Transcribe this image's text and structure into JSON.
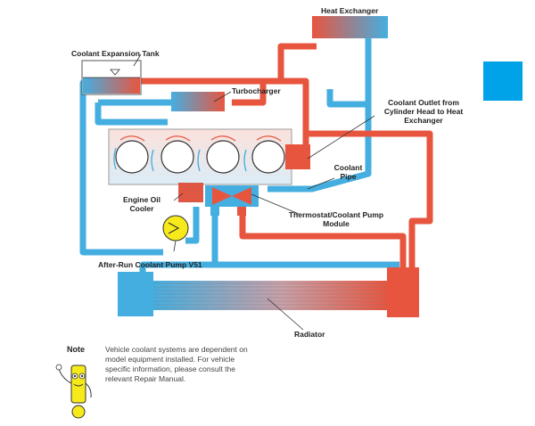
{
  "labels": {
    "heat_exchanger": "Heat Exchanger",
    "expansion_tank": "Coolant Expansion Tank",
    "turbocharger": "Turbocharger",
    "coolant_outlet": "Coolant Outlet from Cylinder Head to Heat Exchanger",
    "coolant_pipe": "Coolant Pipe",
    "engine_oil_cooler": "Engine Oil Cooler",
    "thermostat": "Thermostat/Coolant Pump Module",
    "after_run_pump": "After-Run Coolant Pump V51",
    "radiator": "Radiator"
  },
  "note": {
    "title": "Note",
    "text": "Vehicle coolant systems are dependent on model equipment installed. For vehicle specific information, please consult the relevant Repair Manual."
  },
  "colors": {
    "hot": "#e8553f",
    "cold": "#45aee0",
    "pump": "#f7ea1a",
    "accent_square": "#00a3e8"
  }
}
